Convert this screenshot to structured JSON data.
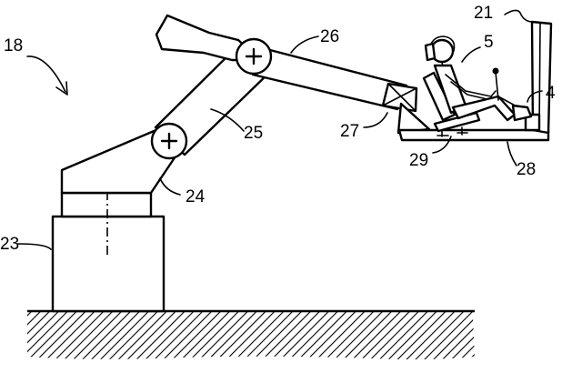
{
  "figure": {
    "labels": {
      "robot_system": "18",
      "operator_cabin": "21",
      "person": "5",
      "controller": "4",
      "base": "23",
      "link_lower": "24",
      "link_middle": "25",
      "link_upper": "26",
      "joint_mount": "27",
      "platform": "28",
      "seat": "29"
    }
  },
  "colors": {
    "ink": "#000000",
    "paper": "#ffffff"
  }
}
